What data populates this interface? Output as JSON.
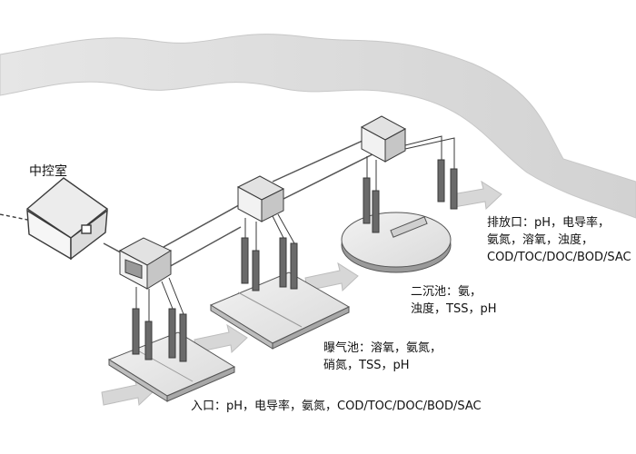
{
  "control_room": {
    "label": "中控室"
  },
  "labels": {
    "inlet": "入口：pH，电导率，氨氮，COD/TOC/DOC/BOD/SAC",
    "aeration": [
      "曝气池：溶氧，氨氮，",
      "硝氮，TSS，pH"
    ],
    "secondary": [
      "二沉池：氨，",
      "浊度，TSS，pH"
    ],
    "outlet": [
      "排放口：pH，电导率，",
      "氨氮，溶氧，浊度，",
      "COD/TOC/DOC/BOD/SAC"
    ]
  },
  "colors": {
    "stroke": "#3a3a3a",
    "river": "#dcdcdc",
    "arrow": "#d6d6d6",
    "basin": "#e9e9e9",
    "device": "#cfcfcf",
    "probe": "#6a6a6a"
  }
}
